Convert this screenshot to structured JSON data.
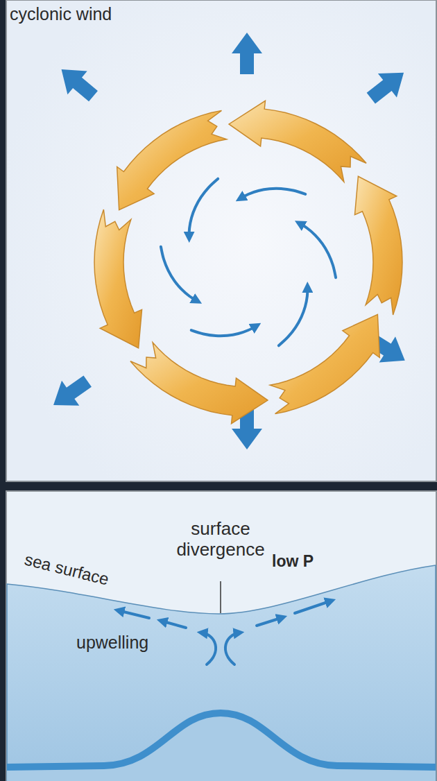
{
  "diagram": {
    "labels": [
      "cyclonic wind",
      "surface divergence",
      "sea surface",
      "low P",
      "upwelling"
    ]
  }
}
